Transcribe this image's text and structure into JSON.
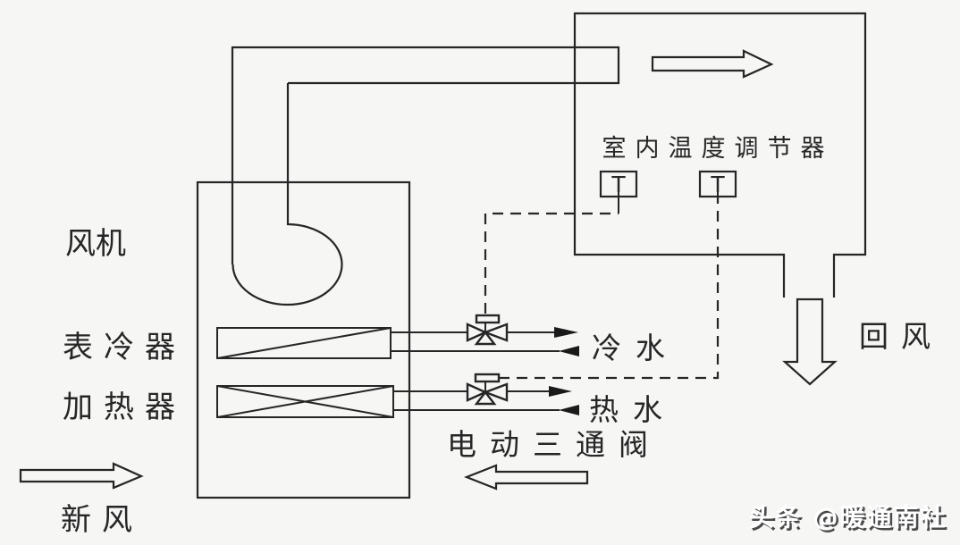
{
  "colors": {
    "background": "#f6f6f5",
    "ink": "#262626",
    "watermark_face": "#ffffff",
    "watermark_shadow": "#4a4a4a"
  },
  "labels": {
    "fan": "风机",
    "cooler": "表冷器",
    "heater": "加热器",
    "fresh_air": "新风",
    "cold_water": "冷水",
    "hot_water": "热水",
    "valve": "电动三通阀",
    "thermostat": "室内温度调节器",
    "return_air": "回风",
    "sensor1": "T",
    "sensor2": "T",
    "watermark": "头条 @暖通南社"
  },
  "icons": {
    "supply_air_arrow": "hollow-right-arrow",
    "fresh_air_arrow": "hollow-right-arrow",
    "reverse_flow_arrow": "hollow-left-arrow",
    "return_air_arrow": "hollow-down-arrow",
    "water_out_arrow": "solid-right-arrowhead",
    "water_in_arrow": "solid-left-arrowhead",
    "three_way_valve": "bowtie-valve-with-actuator",
    "temperature_sensor": "boxed-T"
  }
}
